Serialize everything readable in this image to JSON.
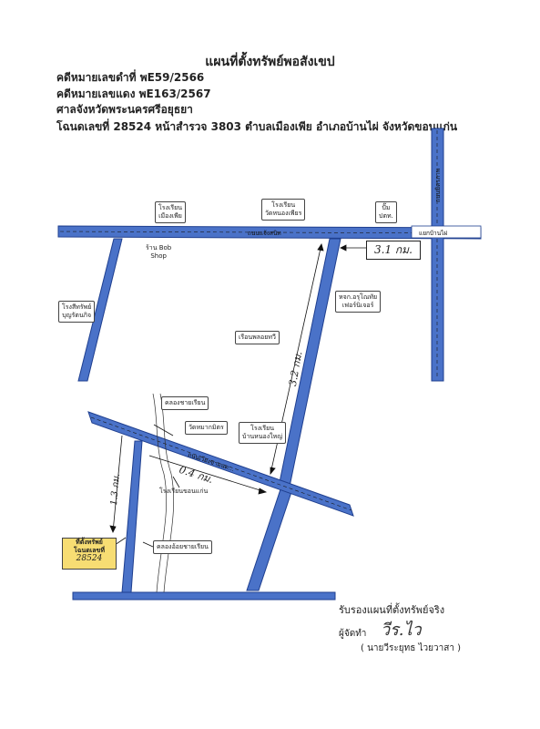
{
  "header": {
    "title": "แผนที่ตั้งทรัพย์พอสังเขป",
    "case_black": "คดีหมายเลขดำที่ พE59/2566",
    "case_red": "คดีหมายเลขแดง พE163/2567",
    "court": "ศาลจังหวัดพระนครศรีอยุธยา",
    "deed": "โฉนดเลขที่ 28524 หน้าสำรวจ 3803 ตำบลเมืองเพีย อำเภอบ้านไผ่ จังหวัดขอนแก่น"
  },
  "map": {
    "roads": {
      "main_road": "ถนนแจ้งสนิท",
      "mittraphap": "ถนนมิตรภาพ",
      "intersection": "แยกบ้านไผ่",
      "diagonal_road": "ถนนเวียงขามนด..."
    },
    "places": {
      "school_mueang_phia": [
        "โรงเรียน",
        "เมืองเพีย"
      ],
      "school_watdhammachon": [
        "โรงเรียน",
        "วัดหนองเพียร"
      ],
      "gas_station": [
        "ปั๊ม",
        "ปตท."
      ],
      "bob_shop": [
        "ร้าน Bob",
        "Shop"
      ],
      "rice_mill": [
        "โรงสีทรัพย์",
        "บุญรัตนกิจ"
      ],
      "thai_furniture": [
        "หจก.อรุโณทัย",
        "เฟอร์นิเจอร์"
      ],
      "pholhree_house": "เรือนพลอยทวี",
      "canal_sai_rian": "คลองชายเรียน",
      "wat_manut": "วัดหมากมิตร",
      "school_ban_phai": [
        "โรงเรียน",
        "บ้านหนองใหญ่"
      ],
      "school_khon_kaen": "โรงเรียนขอนแก่น",
      "canal_oi_sai_rian": "คลองอ้อยชายเรียน"
    },
    "distances": {
      "d1": "3.1 กม.",
      "d2": "3.2 กม.",
      "d3": "0.4 กม.",
      "d4": "1.3 กม."
    },
    "parcel": {
      "line1": "ที่ตั้งทรัพย์",
      "line2": "โฉนดเลขที่",
      "number": "28524"
    },
    "colors": {
      "road": "#4a72c8",
      "road_edge": "#1f3f8f",
      "parcel": "#f7dd73"
    }
  },
  "certification": {
    "statement": "รับรองแผนที่ตั้งทรัพย์จริง",
    "signer_label": "ผู้จัดทำ",
    "signature": "วีร.ไว",
    "name": "( นายวีระยุทธ  ไวยวาสา )"
  }
}
